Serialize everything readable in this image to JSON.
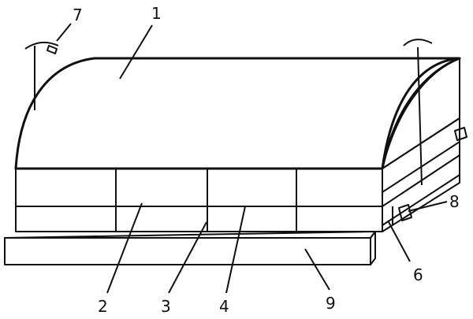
{
  "labels": {
    "l1": "1",
    "l2": "2",
    "l3": "3",
    "l4": "4",
    "l6": "6",
    "l7": "7",
    "l8": "8",
    "l9": "9"
  },
  "colors": {
    "stroke": "#111111",
    "background": "#ffffff",
    "dots": "#222222"
  }
}
